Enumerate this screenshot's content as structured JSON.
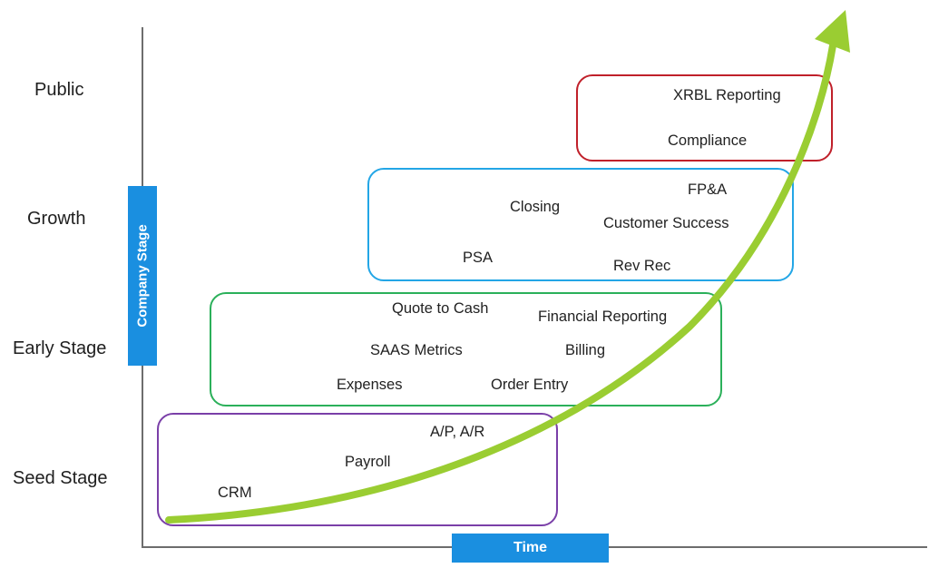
{
  "stages": [
    {
      "id": "public",
      "label": "Public"
    },
    {
      "id": "growth",
      "label": "Growth"
    },
    {
      "id": "early",
      "label": "Early Stage"
    },
    {
      "id": "seed",
      "label": "Seed Stage"
    }
  ],
  "axes": {
    "y_label": "Company Stage",
    "x_label": "Time"
  },
  "colors": {
    "public_box": "#c0202a",
    "growth_box": "#23a6e6",
    "early_box": "#2bb05a",
    "seed_box": "#7a3fa8",
    "arrow": "#9acd32",
    "label_bar": "#1a8fe0"
  },
  "groups": {
    "public": [
      "XRBL Reporting",
      "Compliance"
    ],
    "growth": [
      "FP&A",
      "Closing",
      "Customer Success",
      "PSA",
      "Rev Rec"
    ],
    "early": [
      "Quote to Cash",
      "Financial Reporting",
      "SAAS Metrics",
      "Billing",
      "Expenses",
      "Order Entry"
    ],
    "seed": [
      "A/P, A/R",
      "Payroll",
      "CRM"
    ]
  }
}
